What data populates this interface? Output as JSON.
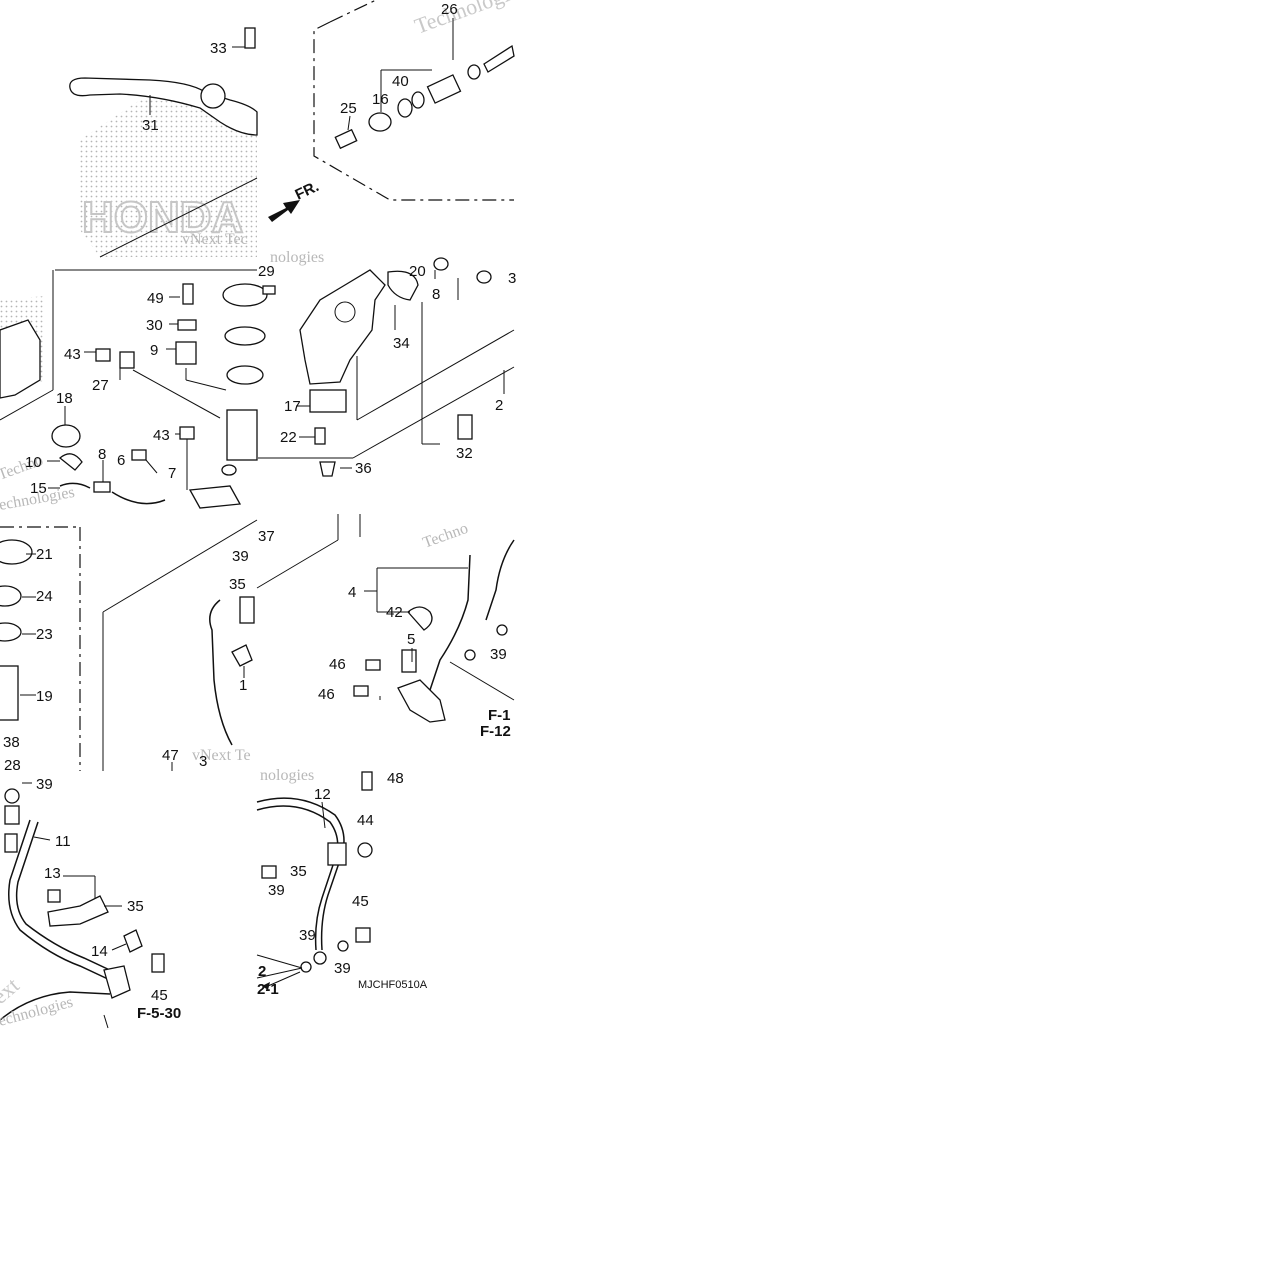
{
  "watermarks": {
    "brand": "HONDA",
    "vnext": "vNext Tec",
    "vnext2": "vNext Te",
    "technologies": "Technologies",
    "techno": "Techno",
    "echnologies": "echnologies",
    "nologies": "nologies",
    "ext": "ext"
  },
  "direction_label": "FR.",
  "diagram_code": "MJCHF0510A",
  "refs": [
    "F-1",
    "F-12",
    "F-5-30",
    "2",
    "2-1"
  ],
  "callouts": [
    {
      "id": "c26",
      "text": "26"
    },
    {
      "id": "c33",
      "text": "33"
    },
    {
      "id": "c40",
      "text": "40"
    },
    {
      "id": "c16",
      "text": "16"
    },
    {
      "id": "c25",
      "text": "25"
    },
    {
      "id": "c31",
      "text": "31"
    },
    {
      "id": "c29",
      "text": "29"
    },
    {
      "id": "c20",
      "text": "20"
    },
    {
      "id": "c8a",
      "text": "8"
    },
    {
      "id": "c3a",
      "text": "3"
    },
    {
      "id": "c49",
      "text": "49"
    },
    {
      "id": "c30",
      "text": "30"
    },
    {
      "id": "c9",
      "text": "9"
    },
    {
      "id": "c43a",
      "text": "43"
    },
    {
      "id": "c27",
      "text": "27"
    },
    {
      "id": "c22",
      "text": "22"
    },
    {
      "id": "c18",
      "text": "18"
    },
    {
      "id": "c2",
      "text": "2"
    },
    {
      "id": "c17",
      "text": "17"
    },
    {
      "id": "c43b",
      "text": "43"
    },
    {
      "id": "c34",
      "text": "34"
    },
    {
      "id": "c32",
      "text": "32"
    },
    {
      "id": "c10",
      "text": "10"
    },
    {
      "id": "c8b",
      "text": "8"
    },
    {
      "id": "c6",
      "text": "6"
    },
    {
      "id": "c7",
      "text": "7"
    },
    {
      "id": "c36",
      "text": "36"
    },
    {
      "id": "c15",
      "text": "15"
    },
    {
      "id": "c21",
      "text": "21"
    },
    {
      "id": "c37",
      "text": "37"
    },
    {
      "id": "c39a",
      "text": "39"
    },
    {
      "id": "c24",
      "text": "24"
    },
    {
      "id": "c35a",
      "text": "35"
    },
    {
      "id": "c4",
      "text": "4"
    },
    {
      "id": "c23",
      "text": "23"
    },
    {
      "id": "c42",
      "text": "42"
    },
    {
      "id": "c5",
      "text": "5"
    },
    {
      "id": "c46a",
      "text": "46"
    },
    {
      "id": "c39b",
      "text": "39"
    },
    {
      "id": "c1",
      "text": "1"
    },
    {
      "id": "c19",
      "text": "19"
    },
    {
      "id": "c46b",
      "text": "46"
    },
    {
      "id": "c38",
      "text": "38"
    },
    {
      "id": "c47",
      "text": "47"
    },
    {
      "id": "c3b",
      "text": "3"
    },
    {
      "id": "c28",
      "text": "28"
    },
    {
      "id": "c39c",
      "text": "39"
    },
    {
      "id": "c48",
      "text": "48"
    },
    {
      "id": "c12",
      "text": "12"
    },
    {
      "id": "c11",
      "text": "11"
    },
    {
      "id": "c44",
      "text": "44"
    },
    {
      "id": "c35b",
      "text": "35"
    },
    {
      "id": "c39d",
      "text": "39"
    },
    {
      "id": "c45a",
      "text": "45"
    },
    {
      "id": "c13",
      "text": "13"
    },
    {
      "id": "c35c",
      "text": "35"
    },
    {
      "id": "c39e",
      "text": "39"
    },
    {
      "id": "c39f",
      "text": "39"
    },
    {
      "id": "c14",
      "text": "14"
    },
    {
      "id": "c45b",
      "text": "45"
    }
  ]
}
